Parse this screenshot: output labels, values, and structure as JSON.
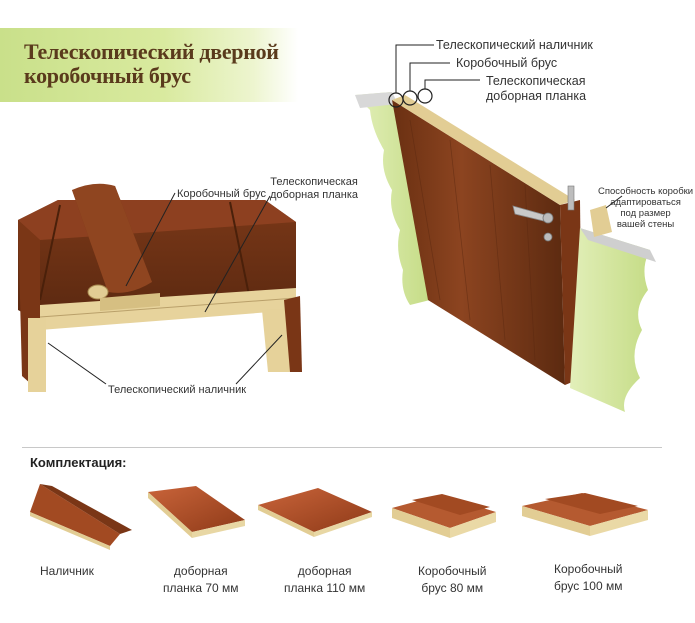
{
  "banner": {
    "title_line1": "Телескопический дверной",
    "title_line2": "коробочный брус"
  },
  "left_diagram": {
    "label_box_beam": "Коробочный брус",
    "label_ext_strip_line1": "Телескопическая",
    "label_ext_strip_line2": "доборная планка",
    "label_casing": "Телескопический наличник"
  },
  "right_diagram": {
    "label_casing": "Телескопический наличник",
    "label_box_beam": "Коробочный брус",
    "label_ext_line1": "Телескопическая",
    "label_ext_line2": "доборная планка",
    "note_line1": "Способность коробки",
    "note_line2": "адаптироваться",
    "note_line3": "под размер",
    "note_line4": "вашей стены"
  },
  "kit": {
    "title": "Комплектация:",
    "items": [
      {
        "line1": "Наличник",
        "line2": ""
      },
      {
        "line1": "доборная",
        "line2": "планка 70 мм"
      },
      {
        "line1": "доборная",
        "line2": "планка 110 мм"
      },
      {
        "line1": "Коробочный",
        "line2": "брус 80 мм"
      },
      {
        "line1": "Коробочный",
        "line2": "брус 100 мм"
      }
    ]
  },
  "colors": {
    "wood": "#8a3f1c",
    "wood_dark": "#5e2a10",
    "mdf": "#e3cf96",
    "wall_green": "#cfe39a",
    "banner_green": "#c9e08a",
    "title_brown": "#5a3a1c"
  }
}
